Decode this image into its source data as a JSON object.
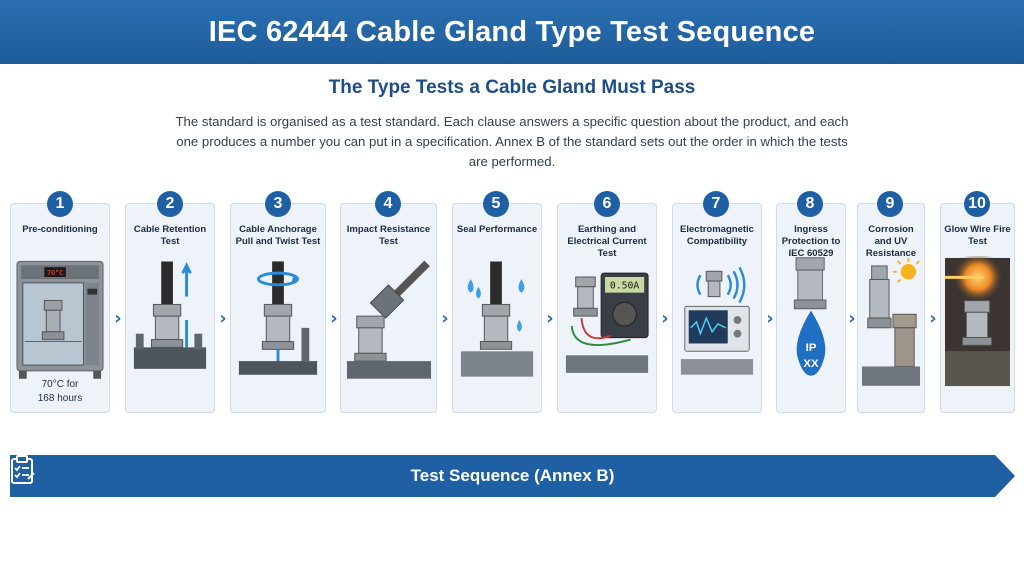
{
  "banner": {
    "title": "IEC 62444 Cable Gland Type Test Sequence"
  },
  "subtitle": "The Type Tests a Cable Gland Must Pass",
  "intro": "The standard is organised as a test standard. Each clause answers a specific question about the product, and each one produces a number you can put in a specification. Annex B of the standard sets out the order in which the tests are performed.",
  "steps": [
    {
      "number": "1",
      "title": "Pre-conditioning",
      "note_line1": "70°C for",
      "note_line2": "168 hours",
      "oven_display": "70°C"
    },
    {
      "number": "2",
      "title": "Cable Retention Test"
    },
    {
      "number": "3",
      "title": "Cable Anchorage Pull and Twist Test"
    },
    {
      "number": "4",
      "title": "Impact Resistance Test"
    },
    {
      "number": "5",
      "title": "Seal Performance"
    },
    {
      "number": "6",
      "title": "Earthing and Electrical Current Test",
      "meter_display": "0.50A"
    },
    {
      "number": "7",
      "title": "Electromagnetic Compatibility"
    },
    {
      "number": "8",
      "title": "Ingress Protection to IEC 60529",
      "ip_top": "IP",
      "ip_bottom": "XX"
    },
    {
      "number": "9",
      "title": "Corrosion and UV Resistance"
    },
    {
      "number": "10",
      "title": "Glow Wire Fire Test"
    }
  ],
  "sequence_bar": {
    "label": "Test Sequence (Annex B)",
    "icon": "clipboard-checklist-icon"
  },
  "colors": {
    "primary": "#1f5fa3",
    "banner": "#2a6fb1",
    "card_bg": "#eef3fa",
    "heading": "#1d4f86"
  }
}
